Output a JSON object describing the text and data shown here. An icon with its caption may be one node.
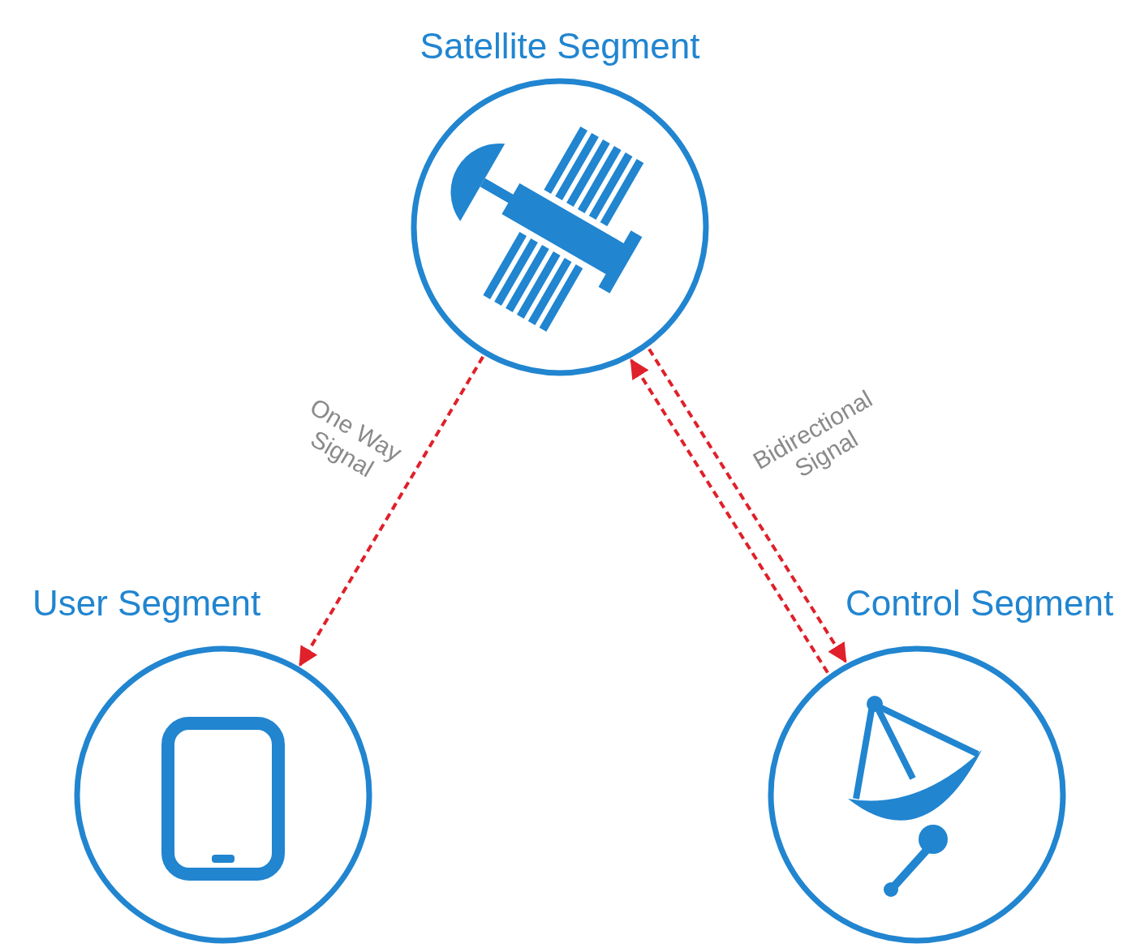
{
  "diagram": {
    "nodes": [
      {
        "text": [
          "Satellite Segment"
        ]
      },
      {
        "text": [
          "User Segment"
        ]
      },
      {
        "text": [
          "Control Segment"
        ]
      }
    ],
    "edges": [
      {
        "from": 0,
        "to": 1,
        "arrow": "to",
        "label": "One Way Signal",
        "style": "dashed",
        "color": "#e0202a"
      },
      {
        "from": 2,
        "to": 0,
        "arrow": "to",
        "style": "dashed",
        "color": "#e0202a"
      },
      {
        "from": 0,
        "to": 2,
        "arrow": "to",
        "label": "Bidirectional Signal",
        "style": "dashed",
        "color": "#e0202a"
      }
    ]
  }
}
